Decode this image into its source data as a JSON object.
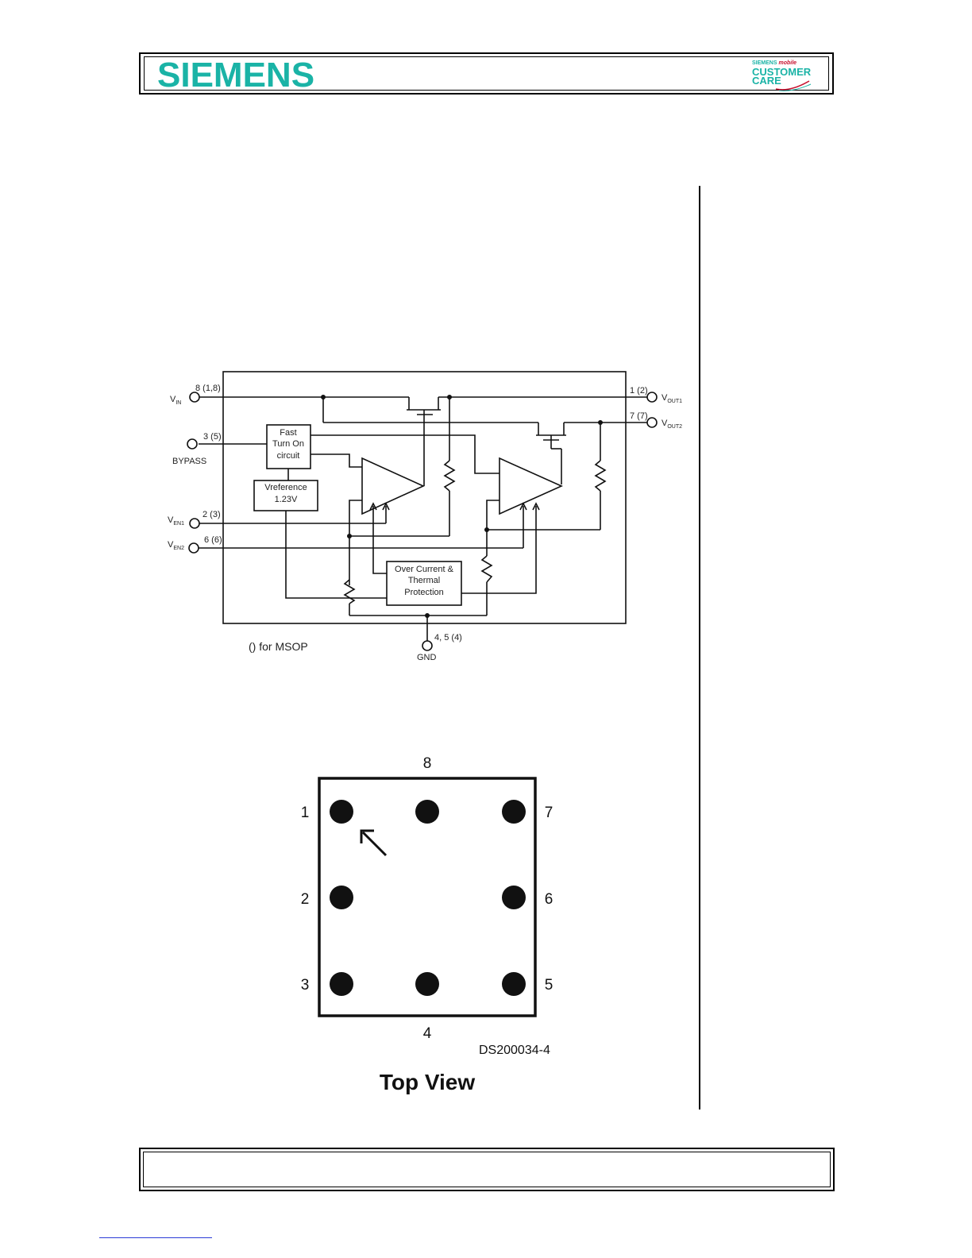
{
  "header": {
    "brand": "SIEMENS",
    "logo_line1_siemens": "SIEMENS",
    "logo_line1_mobile": "mobile",
    "logo_line2": "CUSTOMER",
    "logo_line3": "CARE"
  },
  "block_diagram": {
    "pins": {
      "vin": {
        "number": "8 (1,8)",
        "label": "V",
        "sub": "IN"
      },
      "bypass": {
        "number": "3 (5)",
        "label": "BYPASS"
      },
      "ven1": {
        "number": "2 (3)",
        "label": "V",
        "sub": "EN1"
      },
      "ven2": {
        "number": "6 (6)",
        "label": "V",
        "sub": "EN2"
      },
      "vout1": {
        "number": "1 (2)",
        "label": "V",
        "sub": "OUT1"
      },
      "vout2": {
        "number": "7 (7)",
        "label": "V",
        "sub": "OUT2"
      },
      "gnd": {
        "number": "4, 5 (4)",
        "label": "GND"
      }
    },
    "blocks": {
      "fast_turn_on": [
        "Fast",
        "Turn On",
        "circuit"
      ],
      "vreference": [
        "Vreference",
        "1.23V"
      ],
      "protection": [
        "Over Current &",
        "Thermal",
        "Protection"
      ]
    },
    "note": "() for MSOP"
  },
  "package_view": {
    "pin_labels": {
      "top": "8",
      "bottom": "4",
      "left": [
        "1",
        "2",
        "3"
      ],
      "right": [
        "7",
        "6",
        "5"
      ]
    },
    "code": "DS200034-4",
    "title": "Top View"
  }
}
